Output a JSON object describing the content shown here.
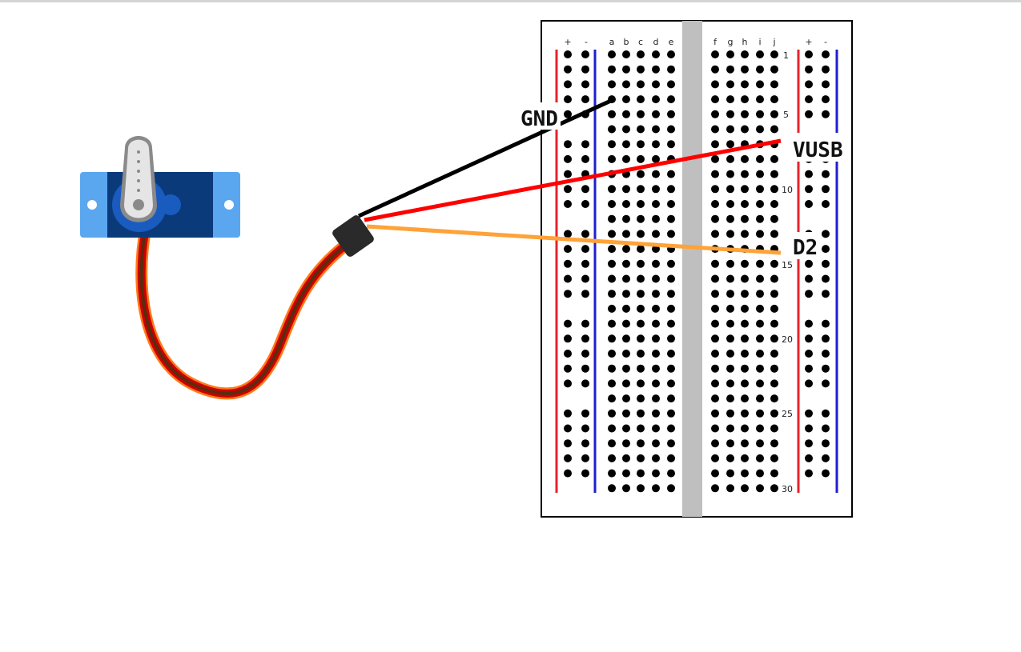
{
  "breadboard": {
    "rail_signs_left": [
      "+",
      "-"
    ],
    "rail_signs_right": [
      "+",
      "-"
    ],
    "columns_left": [
      "a",
      "b",
      "c",
      "d",
      "e"
    ],
    "columns_right": [
      "f",
      "g",
      "h",
      "i",
      "j"
    ],
    "row_numbers": [
      "1",
      "5",
      "10",
      "15",
      "20",
      "25",
      "30"
    ],
    "rows": 30
  },
  "servo": {
    "body_color": "#0b3a7a",
    "tab_color": "#5aa7f0",
    "horn_color": "#e5e5e5"
  },
  "wires": {
    "gnd": {
      "label": "GND",
      "color": "#000000",
      "row": 4,
      "column": "a"
    },
    "vusb": {
      "label": "VUSB",
      "color": "#ff0000",
      "row": 7,
      "column": "j"
    },
    "d2": {
      "label": "D2",
      "color": "#ffa238",
      "row": 14,
      "column": "j"
    }
  },
  "colors": {
    "rail_positive": "#e6232a",
    "rail_negative": "#1e1ed2",
    "hole": "#000000",
    "channel": "#bfbfbf",
    "cable_brown": "#5b2c0e",
    "cable_red": "#cc0000",
    "cable_orange": "#ff7a1a"
  }
}
